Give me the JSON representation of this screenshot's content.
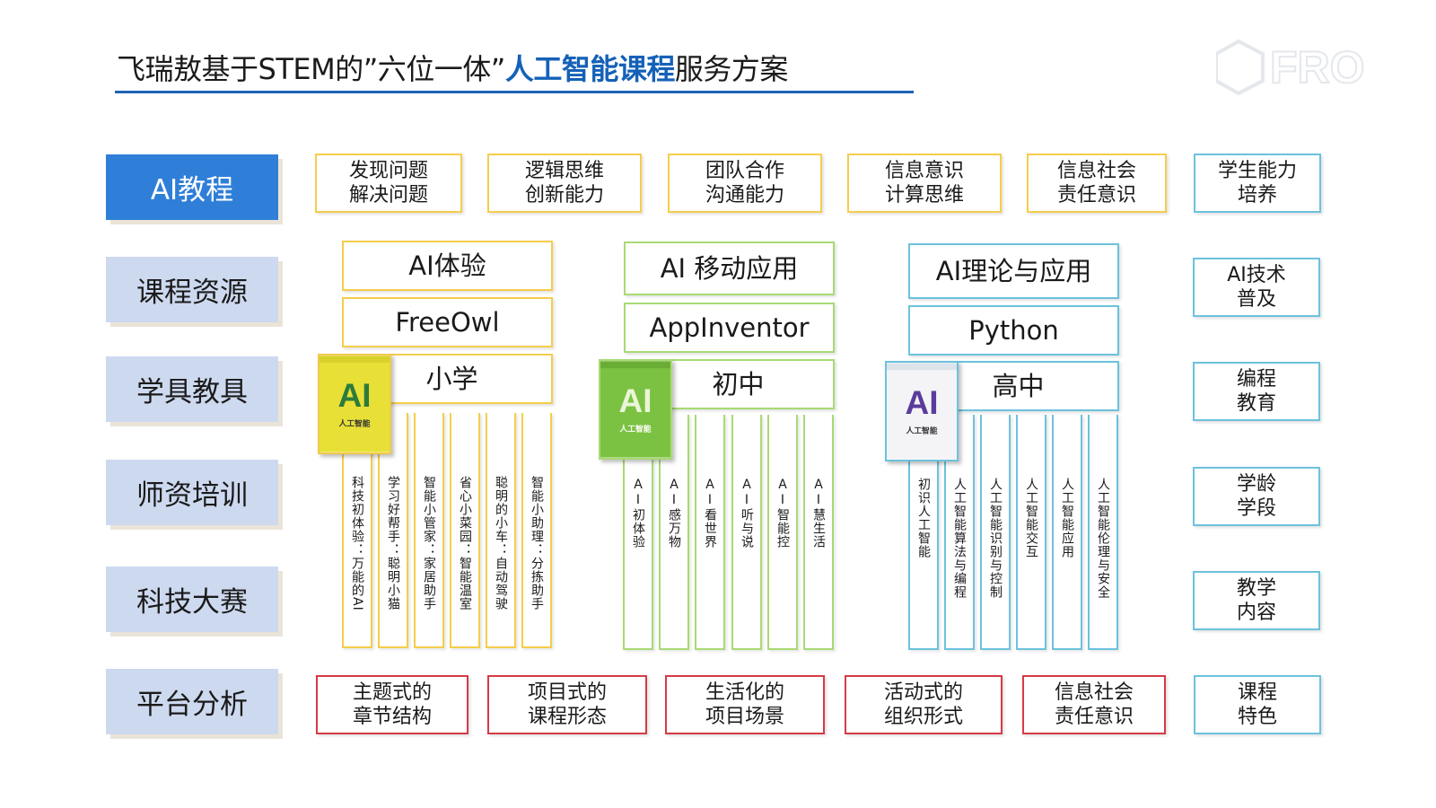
{
  "title": {
    "part1": "飞瑞敖基于STEM的”六位一体”",
    "highlight": "人工智能课程",
    "part2": "服务方案"
  },
  "logo_text": "FRO",
  "categories": [
    "AI教程",
    "课程资源",
    "学具教具",
    "师资培训",
    "科技大赛",
    "平台分析"
  ],
  "top_row": [
    "发现问题\n解决问题",
    "逻辑思维\n创新能力",
    "团队合作\n沟通能力",
    "信息意识\n计算思维",
    "信息社会\n责任意识"
  ],
  "right_col": [
    "学生能力\n培养",
    "AI技术\n普及",
    "编程\n教育",
    "学龄\n学段",
    "教学\n内容",
    "课程特色"
  ],
  "right_col_display": [
    "学生能力\n培养",
    "AI技术\n普及",
    "编程\n教育",
    "学龄\n学段",
    "教学\n内容",
    "课程\n特色"
  ],
  "bottom_row": [
    "主题式的\n章节结构",
    "项目式的\n课程形态",
    "生活化的\n项目场景",
    "活动式的\n组织形式",
    "信息社会\n责任意识"
  ],
  "primary": {
    "course": "AI体验",
    "tool": "FreeOwl",
    "stage": "小学",
    "units": [
      "科技初体验：万能的AI",
      "学习好帮手：聪明小猫",
      "智能小管家：家居助手",
      "省心小菜园：智能温室",
      "聪明的小车：自动驾驶",
      "智能小助理：分拣助手"
    ]
  },
  "middle": {
    "course": "AI 移动应用",
    "tool": "AppInventor",
    "stage": "初中",
    "units": [
      "AI初体验",
      "AI感万物",
      "AI看世界",
      "AI听与说",
      "AI智能控",
      "AI慧生活"
    ]
  },
  "high": {
    "course": "AI理论与应用",
    "tool": "Python",
    "stage": "高中",
    "units": [
      "初识人工智能",
      "人工智能算法与编程",
      "人工智能识别与控制",
      "人工智能交互",
      "人工智能应用",
      "人工智能伦理与安全"
    ]
  },
  "book_cover": {
    "mark": "AI",
    "caption": "人工智能"
  },
  "colors": {
    "accent": "#2f7fd8",
    "category_bg": "#cdd9ef",
    "yellow": "#f5cd4c",
    "blue": "#6cc2dc",
    "green": "#a8da74",
    "red": "#d53b46"
  }
}
